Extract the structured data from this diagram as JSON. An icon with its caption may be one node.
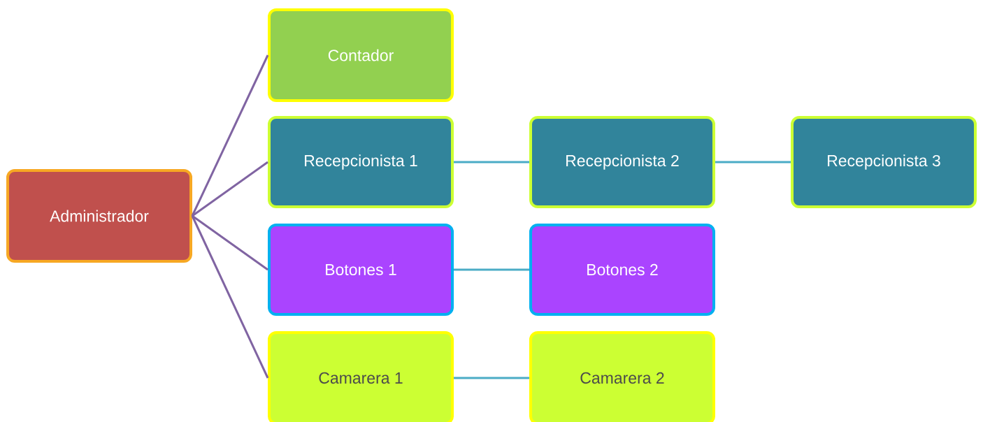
{
  "diagram": {
    "nodes": [
      {
        "text": [
          "Administrador"
        ]
      },
      {
        "text": [
          "Contador"
        ]
      },
      {
        "text": [
          "Recepcionista 1"
        ]
      },
      {
        "text": [
          "Recepcionista 2"
        ]
      },
      {
        "text": [
          "Recepcionista 3"
        ]
      },
      {
        "text": [
          "Botones 1"
        ]
      },
      {
        "text": [
          "Botones 2"
        ]
      },
      {
        "text": [
          "Camarera 1"
        ]
      },
      {
        "text": [
          "Camarera 2"
        ]
      }
    ],
    "edges": [
      {
        "from": 0,
        "to": 1,
        "arrow": "none",
        "color": "#8064a2"
      },
      {
        "from": 0,
        "to": 2,
        "arrow": "none",
        "color": "#8064a2"
      },
      {
        "from": 0,
        "to": 5,
        "arrow": "none",
        "color": "#8064a2"
      },
      {
        "from": 0,
        "to": 7,
        "arrow": "none",
        "color": "#8064a2"
      },
      {
        "from": 2,
        "to": 3,
        "arrow": "none",
        "color": "#4bacc6"
      },
      {
        "from": 3,
        "to": 4,
        "arrow": "none",
        "color": "#4bacc6"
      },
      {
        "from": 5,
        "to": 6,
        "arrow": "none",
        "color": "#4bacc6"
      },
      {
        "from": 7,
        "to": 8,
        "arrow": "none",
        "color": "#4bacc6"
      }
    ]
  }
}
